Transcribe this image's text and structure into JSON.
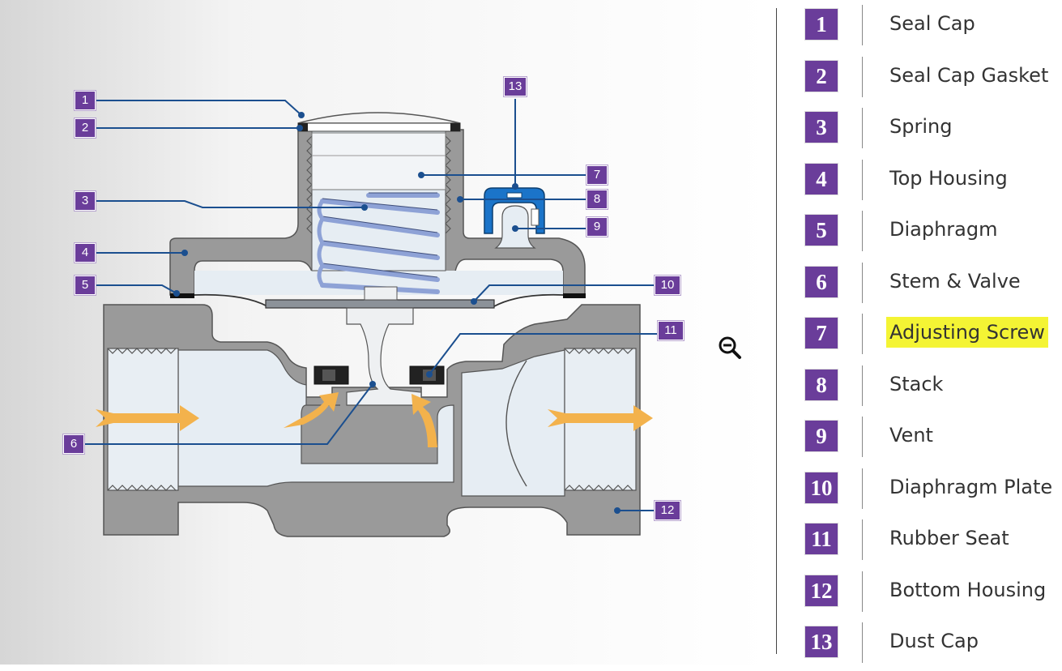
{
  "diagram": {
    "callouts": [
      {
        "num": "1"
      },
      {
        "num": "2"
      },
      {
        "num": "3"
      },
      {
        "num": "4"
      },
      {
        "num": "5"
      },
      {
        "num": "6"
      },
      {
        "num": "7"
      },
      {
        "num": "8"
      },
      {
        "num": "9"
      },
      {
        "num": "10"
      },
      {
        "num": "11"
      },
      {
        "num": "12"
      },
      {
        "num": "13"
      }
    ],
    "zoom_icon": "zoom-out-icon"
  },
  "legend": {
    "items": [
      {
        "num": "1",
        "label": "Seal Cap"
      },
      {
        "num": "2",
        "label": "Seal Cap Gasket"
      },
      {
        "num": "3",
        "label": "Spring"
      },
      {
        "num": "4",
        "label": "Top Housing"
      },
      {
        "num": "5",
        "label": "Diaphragm"
      },
      {
        "num": "6",
        "label": "Stem & Valve"
      },
      {
        "num": "7",
        "label": "Adjusting Screw",
        "highlighted": true
      },
      {
        "num": "8",
        "label": "Stack"
      },
      {
        "num": "9",
        "label": "Vent"
      },
      {
        "num": "10",
        "label": "Diaphragm Plate"
      },
      {
        "num": "11",
        "label": "Rubber Seat"
      },
      {
        "num": "12",
        "label": "Bottom Housing"
      },
      {
        "num": "13",
        "label": "Dust Cap"
      }
    ]
  },
  "colors": {
    "badge": "#6a3d9a",
    "highlight": "#f4f434",
    "housing": "#9a9a9a",
    "interior": "#e6edf3",
    "spring": "#8ea2d6",
    "dust_cap": "#1b74c9",
    "arrow": "#f3b24c",
    "leader": "#1b4f8f"
  }
}
